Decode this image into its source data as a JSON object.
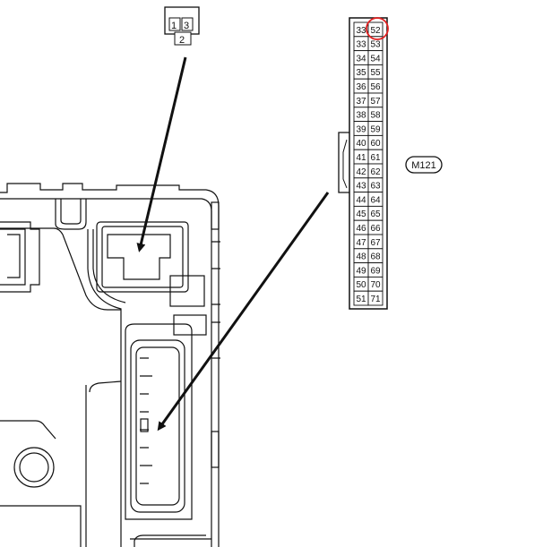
{
  "small_connector": {
    "pins_top": [
      "1",
      "3"
    ],
    "pins_bottom": [
      "2"
    ]
  },
  "large_connector": {
    "left_column": [
      "33",
      "33",
      "34",
      "35",
      "36",
      "37",
      "38",
      "39",
      "40",
      "41",
      "42",
      "43",
      "44",
      "45",
      "46",
      "47",
      "48",
      "49",
      "50",
      "51"
    ],
    "right_column": [
      "52",
      "53",
      "54",
      "55",
      "56",
      "57",
      "58",
      "59",
      "60",
      "61",
      "62",
      "63",
      "64",
      "65",
      "66",
      "67",
      "68",
      "69",
      "70",
      "71"
    ],
    "highlighted_pin": "52",
    "highlight_color": "#e02020",
    "label": "M121"
  },
  "colors": {
    "line": "#111111",
    "background": "#ffffff"
  }
}
